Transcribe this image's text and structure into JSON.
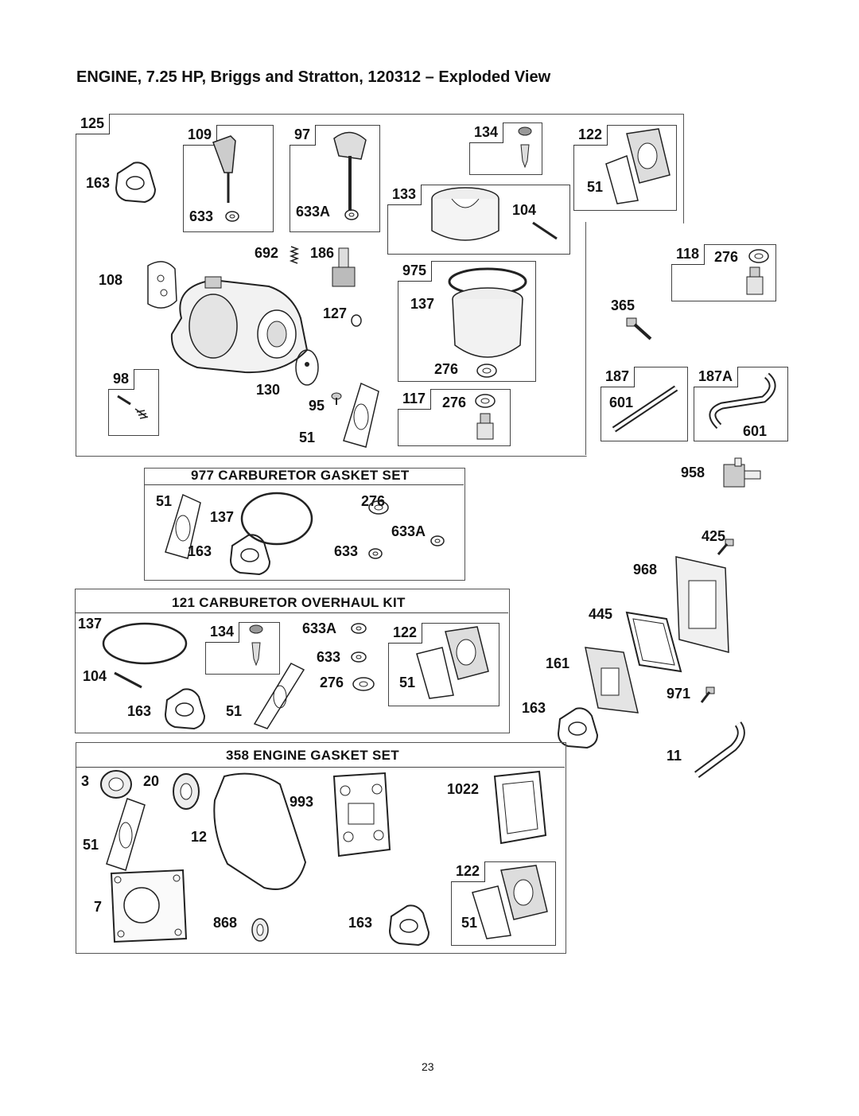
{
  "title": "ENGINE, 7.25 HP, Briggs and Stratton, 120312 – Exploded View",
  "page_number": "23",
  "main_assembly": {
    "tag": "125",
    "boxes": {
      "b109": {
        "tag": "109",
        "sub": "633"
      },
      "b97": {
        "tag": "97",
        "sub": "633A"
      },
      "b134": {
        "tag": "134"
      },
      "b122": {
        "tag": "122",
        "sub": "51"
      },
      "b133": {
        "tag": "133",
        "sub": "104"
      },
      "b975": {
        "tag": "975",
        "sub1": "137",
        "sub2": "276"
      },
      "b98": {
        "tag": "98"
      },
      "b117": {
        "tag": "117",
        "sub": "276"
      }
    },
    "labels": {
      "l163": "163",
      "l692": "692",
      "l186": "186",
      "l108": "108",
      "l127": "127",
      "l130": "130",
      "l95": "95",
      "l51": "51"
    }
  },
  "right_parts": {
    "b118": {
      "tag": "118",
      "sub": "276"
    },
    "l365": "365",
    "b187": {
      "tag": "187",
      "sub": "601"
    },
    "b187a": {
      "tag": "187A",
      "sub": "601"
    },
    "l958": "958",
    "l425": "425",
    "l968": "968",
    "l445": "445",
    "l161": "161",
    "l971": "971",
    "l163": "163",
    "l11": "11"
  },
  "kit_977": {
    "title": "977  CARBURETOR   GASKET  SET",
    "labels": {
      "a": "51",
      "b": "137",
      "c": "276",
      "d": "633A",
      "e": "163",
      "f": "633"
    }
  },
  "kit_121": {
    "title": "121  CARBURETOR  OVERHAUL  KIT",
    "b134": "134",
    "b122": {
      "tag": "122",
      "sub": "51"
    },
    "labels": {
      "a": "137",
      "b": "104",
      "c": "163",
      "d": "51",
      "e": "633A",
      "f": "633",
      "g": "276"
    }
  },
  "kit_358": {
    "title": "358  ENGINE  GASKET  SET",
    "b122": {
      "tag": "122",
      "sub": "51"
    },
    "labels": {
      "a": "3",
      "b": "20",
      "c": "993",
      "d": "1022",
      "e": "51",
      "f": "12",
      "g": "7",
      "h": "868",
      "i": "163"
    }
  }
}
